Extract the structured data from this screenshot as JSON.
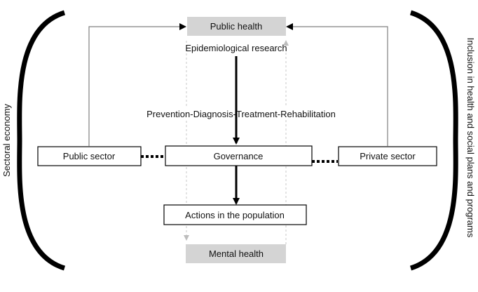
{
  "boxes": {
    "public_health": "Public health",
    "mental_health": "Mental health",
    "public_sector": "Public sector",
    "private_sector": "Private sector",
    "governance": "Governance",
    "actions": "Actions in the population"
  },
  "labels": {
    "epidemiological": "Epidemiological research",
    "prevention": "Prevention-Diagnosis-Treatment-Rehabilitation",
    "left_side": "Sectoral economy",
    "right_side": "Inclusion in health and social plans and programs"
  },
  "colors": {
    "gray_box": "#d4d4d4",
    "line": "#000000",
    "thin_line": "#7f7f7f",
    "dashed_line": "#c8c8c8"
  }
}
